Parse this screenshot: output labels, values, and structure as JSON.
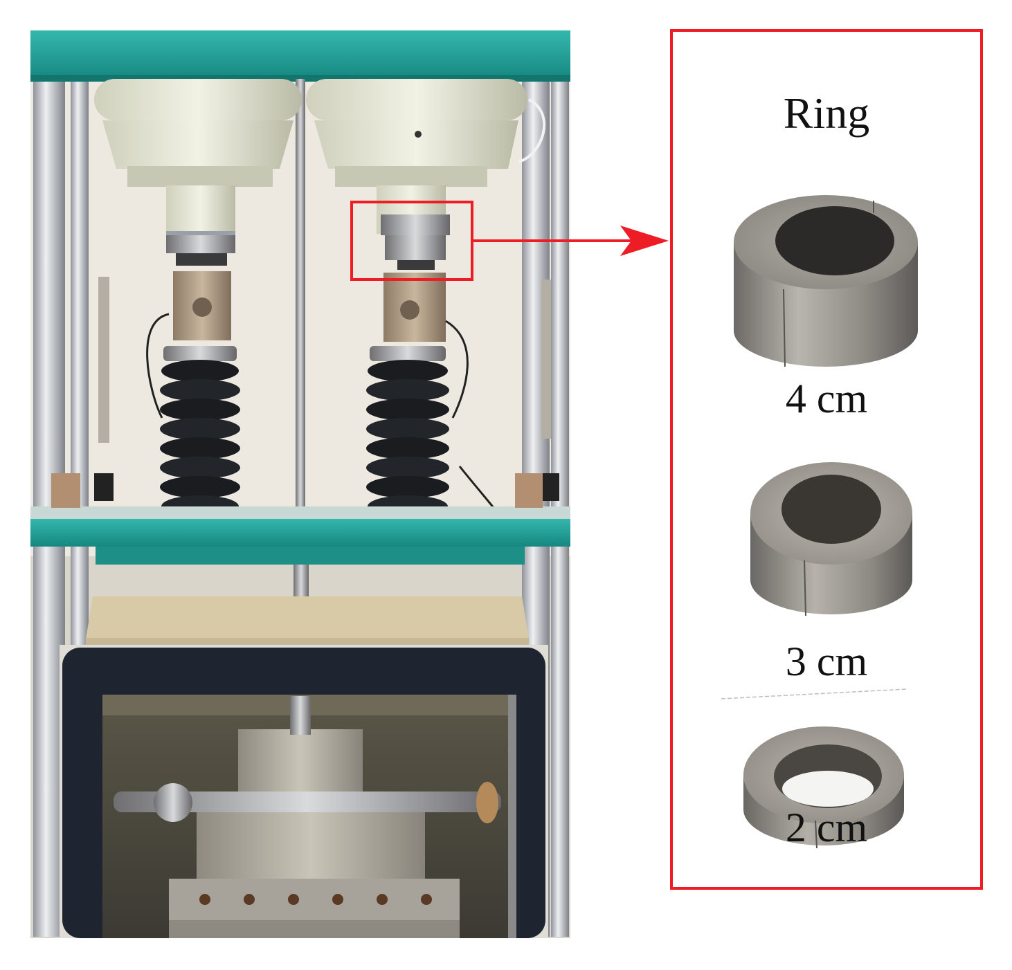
{
  "panel": {
    "title": "Ring",
    "rings": [
      {
        "label": "4 cm"
      },
      {
        "label": "3 cm"
      },
      {
        "label": "2 cm"
      }
    ]
  },
  "colors": {
    "callout_red": "#ee1c25",
    "frame_teal": "#1e9c93",
    "metal_steel": "#9a948a",
    "spring_black": "#1a1c20"
  }
}
